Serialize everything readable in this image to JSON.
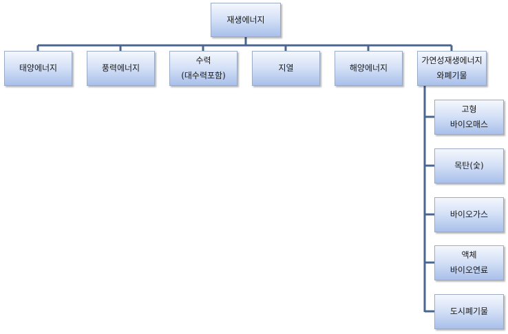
{
  "colors": {
    "connector": "#4a6690",
    "node_border": "#9aaac4",
    "node_fill_top": "#f4f7fd",
    "node_fill_bottom": "#a9c0ea"
  },
  "diagram": {
    "root": {
      "label": "재생에너지"
    },
    "children": [
      {
        "label": "태양에너지"
      },
      {
        "label": "풍력에너지"
      },
      {
        "label_line1": "수력",
        "label_line2": "(대수력포함)"
      },
      {
        "label": "지열"
      },
      {
        "label": "해양에너지"
      },
      {
        "label_line1": "가연성재생에너지",
        "label_line2": "와폐기물"
      }
    ],
    "waste_children": [
      {
        "label_line1": "고형",
        "label_line2": "바이오매스"
      },
      {
        "label": "목탄(숯)"
      },
      {
        "label": "바이오가스"
      },
      {
        "label_line1": "액체",
        "label_line2": "바이오연료"
      },
      {
        "label": "도시폐기물"
      }
    ]
  }
}
